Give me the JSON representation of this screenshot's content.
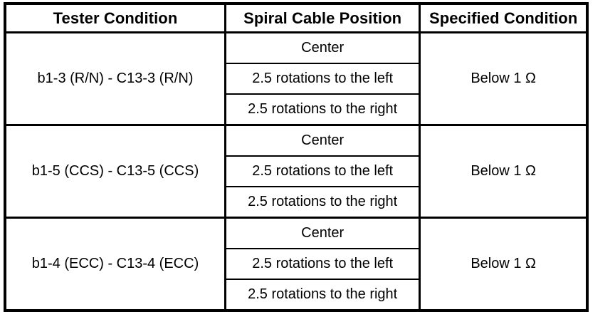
{
  "table": {
    "columns": [
      {
        "key": "tester_condition",
        "label": "Tester Condition"
      },
      {
        "key": "cable_position",
        "label": "Spiral Cable Position"
      },
      {
        "key": "specified_condition",
        "label": "Specified Condition"
      }
    ],
    "groups": [
      {
        "tester_condition": "b1-3 (R/N) - C13-3 (R/N)",
        "positions": [
          "Center",
          "2.5 rotations to the left",
          "2.5 rotations to the right"
        ],
        "specified_condition": "Below 1 Ω"
      },
      {
        "tester_condition": "b1-5 (CCS) - C13-5 (CCS)",
        "positions": [
          "Center",
          "2.5 rotations to the left",
          "2.5 rotations to the right"
        ],
        "specified_condition": "Below 1 Ω"
      },
      {
        "tester_condition": "b1-4 (ECC) - C13-4 (ECC)",
        "positions": [
          "Center",
          "2.5 rotations to the left",
          "2.5 rotations to the right"
        ],
        "specified_condition": "Below 1 Ω"
      }
    ]
  },
  "style": {
    "background_color": "#ffffff",
    "text_color": "#000000",
    "border_color": "#000000"
  }
}
